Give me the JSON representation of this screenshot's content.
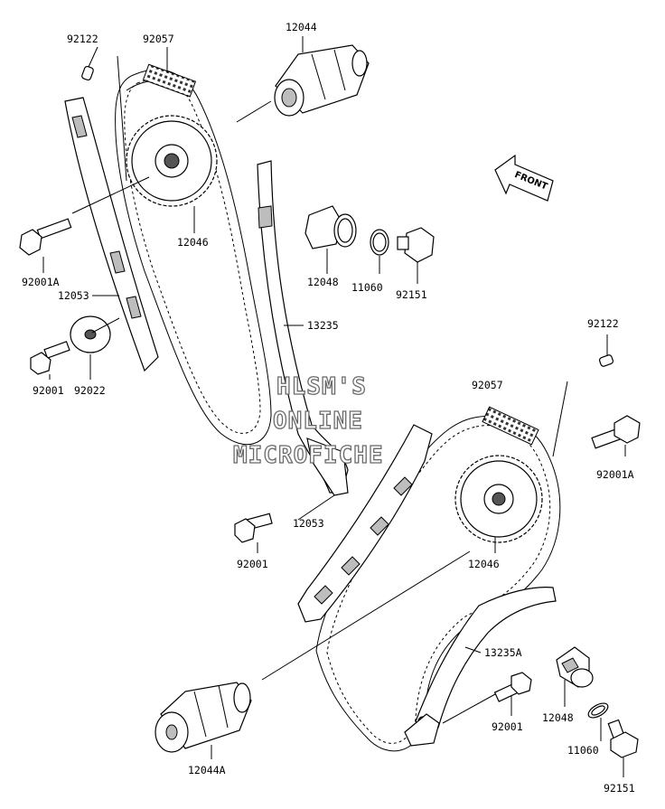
{
  "front_label": "FRONT",
  "watermark": [
    "HLSM'S",
    "ONLINE",
    "MICROFICHE"
  ],
  "parts": {
    "p92122_top": "92122",
    "p92057_top": "92057",
    "p12044": "12044",
    "p12046_top": "12046",
    "p92001A_top": "92001A",
    "p12053_top": "12053",
    "p92001_left": "92001",
    "p92022": "92022",
    "p12048_top": "12048",
    "p11060_top": "11060",
    "p92151_top": "92151",
    "p13235": "13235",
    "p92122_right": "92122",
    "p92057_right": "92057",
    "p92001A_right": "92001A",
    "p12053_mid": "12053",
    "p92001_mid": "92001",
    "p12046_right": "12046",
    "p13235A": "13235A",
    "p12048_bottom": "12048",
    "p92001_bottom": "92001",
    "p11060_bottom": "11060",
    "p12044A": "12044A",
    "p92151_bottom": "92151"
  }
}
